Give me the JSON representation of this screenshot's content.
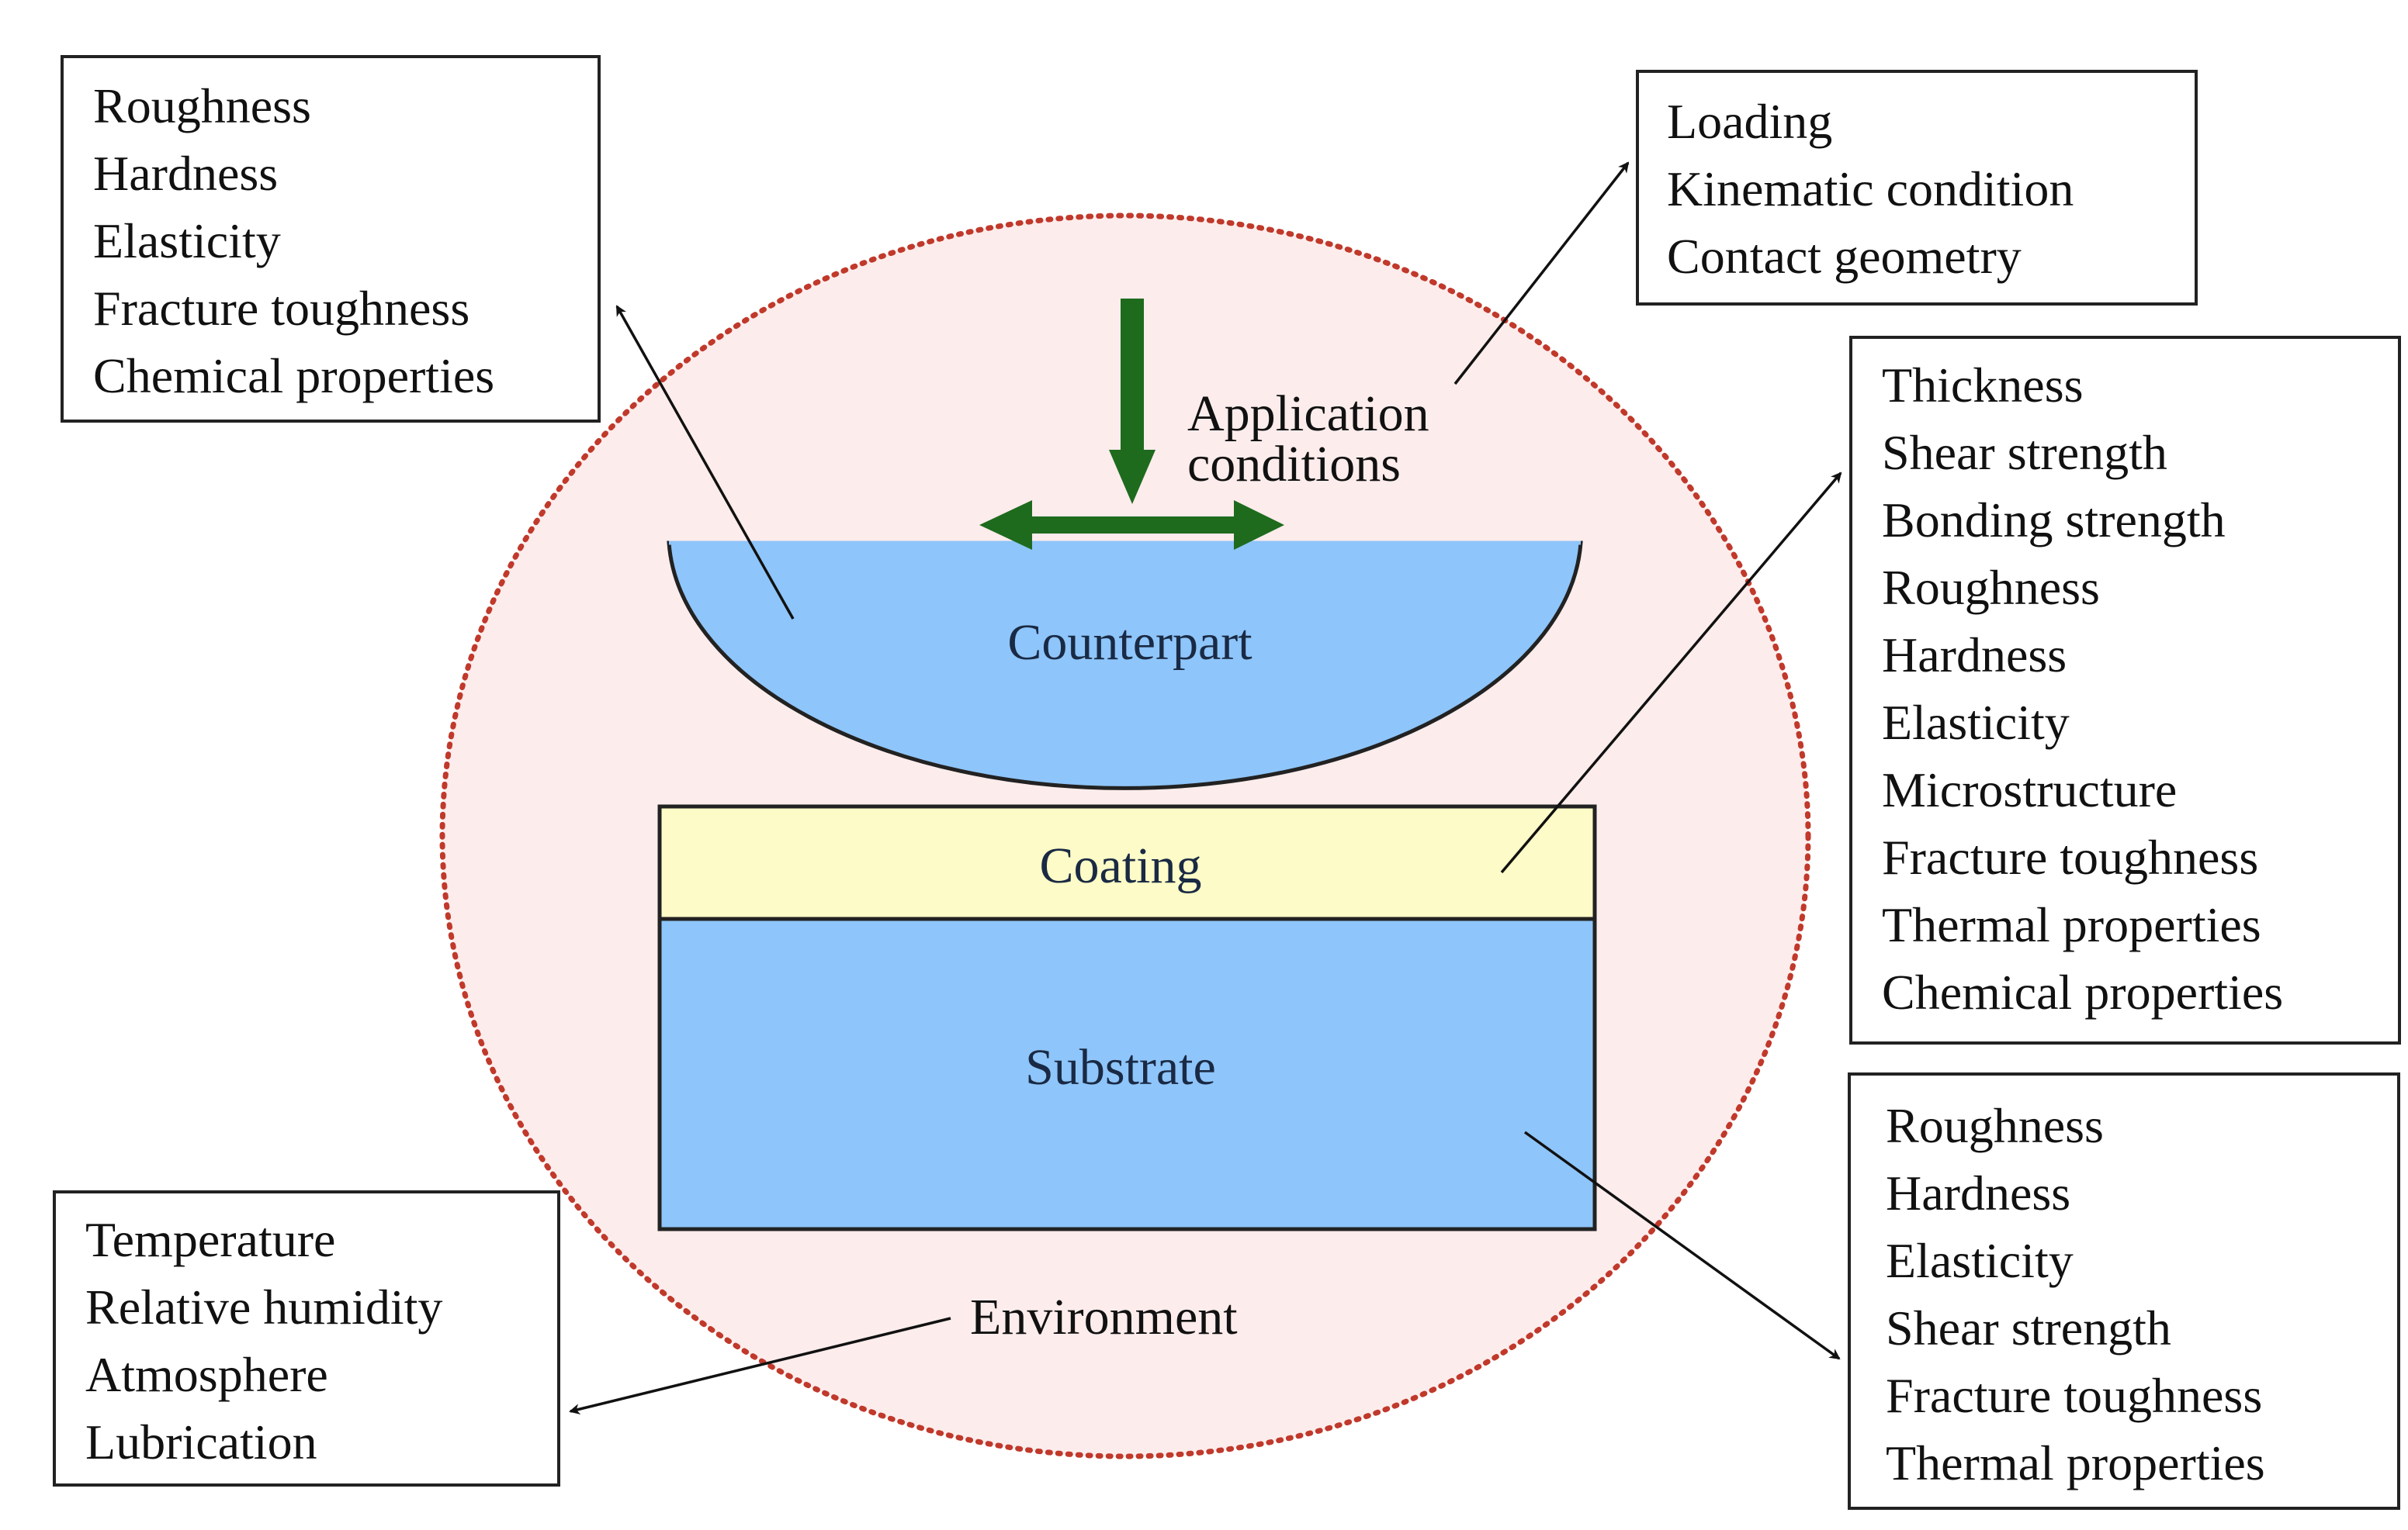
{
  "diagram": {
    "center": {
      "counterpart_label": "Counterpart",
      "coating_label": "Coating",
      "substrate_label": "Substrate",
      "application_label_line1": "Application",
      "application_label_line2": "conditions",
      "environment_label": "Environment"
    },
    "boxes": {
      "counterpart_properties": [
        "Roughness",
        "Hardness",
        "Elasticity",
        "Fracture toughness",
        "Chemical properties"
      ],
      "application_conditions": [
        "Loading",
        "Kinematic condition",
        "Contact geometry"
      ],
      "coating_properties": [
        "Thickness",
        "Shear strength",
        "Bonding strength",
        "Roughness",
        "Hardness",
        "Elasticity",
        "Microstructure",
        "Fracture toughness",
        "Thermal properties",
        "Chemical properties"
      ],
      "substrate_properties": [
        "Roughness",
        "Hardness",
        "Elasticity",
        "Shear strength",
        "Fracture toughness",
        "Thermal properties"
      ],
      "environment_factors": [
        "Temperature",
        "Relative humidity",
        "Atmosphere",
        "Lubrication"
      ]
    },
    "colors": {
      "circle_fill": "#fdecec",
      "circle_border": "#c0392b",
      "counterpart_fill": "#8ec5fa",
      "coating_fill": "#fdfbc7",
      "substrate_fill": "#8ec5fa",
      "load_arrow": "#1e6b1e"
    }
  }
}
